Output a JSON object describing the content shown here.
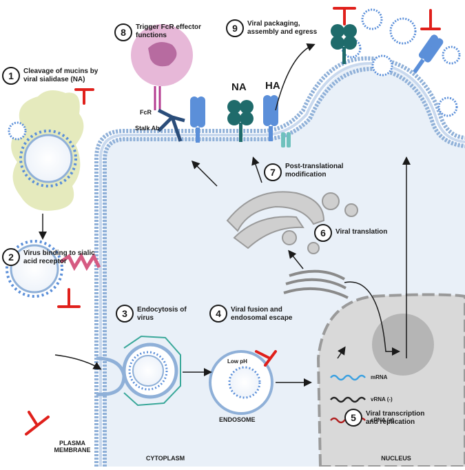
{
  "steps": [
    {
      "num": "1",
      "text": "Cleavage of mucins by viral sialidase (NA)"
    },
    {
      "num": "2",
      "text": "Virus binding to sialic acid receptor"
    },
    {
      "num": "3",
      "text": "Endocytosis of virus"
    },
    {
      "num": "4",
      "text": "Viral fusion and endosomal escape"
    },
    {
      "num": "5",
      "text": "Viral transcription and replication"
    },
    {
      "num": "6",
      "text": "Viral translation"
    },
    {
      "num": "7",
      "text": "Post-translational modification"
    },
    {
      "num": "8",
      "text": "Trigger FcR effector functions"
    },
    {
      "num": "9",
      "text": "Viral packaging, assembly and egress"
    }
  ],
  "labels": {
    "na": "NA",
    "ha": "HA",
    "fcr": "FcR",
    "stalk_ab": "Stalk Ab",
    "low_ph": "Low pH",
    "endosome": "ENDOSOME",
    "mrna": "mRNA",
    "vrna": "vRNA (-)",
    "crna": "cRNA (+)",
    "plasma_membrane": "PLASMA MEMBRANE",
    "cytoplasm": "CYTOPLASM",
    "nucleus": "NUCLEUS"
  },
  "colors": {
    "inhibitor": "#e0201b",
    "na_protein": "#1f6b6b",
    "ha_protein": "#5b8fd9",
    "membrane": "#8fb0d8",
    "cytoplasm_fill": "#e9f0f8",
    "nucleus_fill": "#d6d6d6",
    "mucin": "#dfe6b4",
    "sialic_receptor": "#d65b82",
    "neutrophil": "#e7b8d8",
    "mrna": "#3aa0e0",
    "vrna": "#222222",
    "crna": "#b01e1e"
  }
}
